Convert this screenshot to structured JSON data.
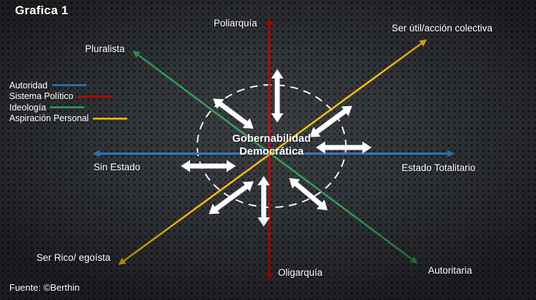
{
  "slide": {
    "title": "Grafica 1",
    "source": "Fuente: ©Berthin"
  },
  "center": {
    "line1": "Gobernabilidad",
    "line2": "Democrática"
  },
  "legend": {
    "items": [
      {
        "label": "Autoridad",
        "color": "#2E75B6"
      },
      {
        "label": "Sistema Político",
        "color": "#C00000"
      },
      {
        "label": "Ideología",
        "color": "#2EA158"
      },
      {
        "label": "Aspiración Personal",
        "color": "#FFC000"
      }
    ]
  },
  "labels": {
    "poliarquia": "Poliarquía",
    "oligarquia": "Oligarquía",
    "sin_estado": "Sin Estado",
    "estado_totalitario": "Estado Totalitario",
    "pluralista": "Pluralista",
    "autoritaria": "Autoritaria",
    "ser_util": "Ser útil/acción colectiva",
    "ser_rico": "Ser Rico/ egoísta"
  },
  "diagram": {
    "type": "radial-axes-diagram",
    "center_concept": "Gobernabilidad Democrática",
    "axes": [
      {
        "dimension": "Autoridad",
        "color": "#2E75B6",
        "ends": [
          "Sin Estado",
          "Estado Totalitario"
        ]
      },
      {
        "dimension": "Sistema Político",
        "color": "#C00000",
        "ends": [
          "Poliarquía",
          "Oligarquía"
        ]
      },
      {
        "dimension": "Ideología",
        "color": "#2EA158",
        "ends": [
          "Pluralista",
          "Autoritaria"
        ]
      },
      {
        "dimension": "Aspiración Personal",
        "color": "#FFC000",
        "ends": [
          "Ser Rico/ egoísta",
          "Ser útil/acción colectiva"
        ]
      }
    ],
    "inner_arrows": "8 white double-headed arrows radiating around dashed ellipse center"
  }
}
